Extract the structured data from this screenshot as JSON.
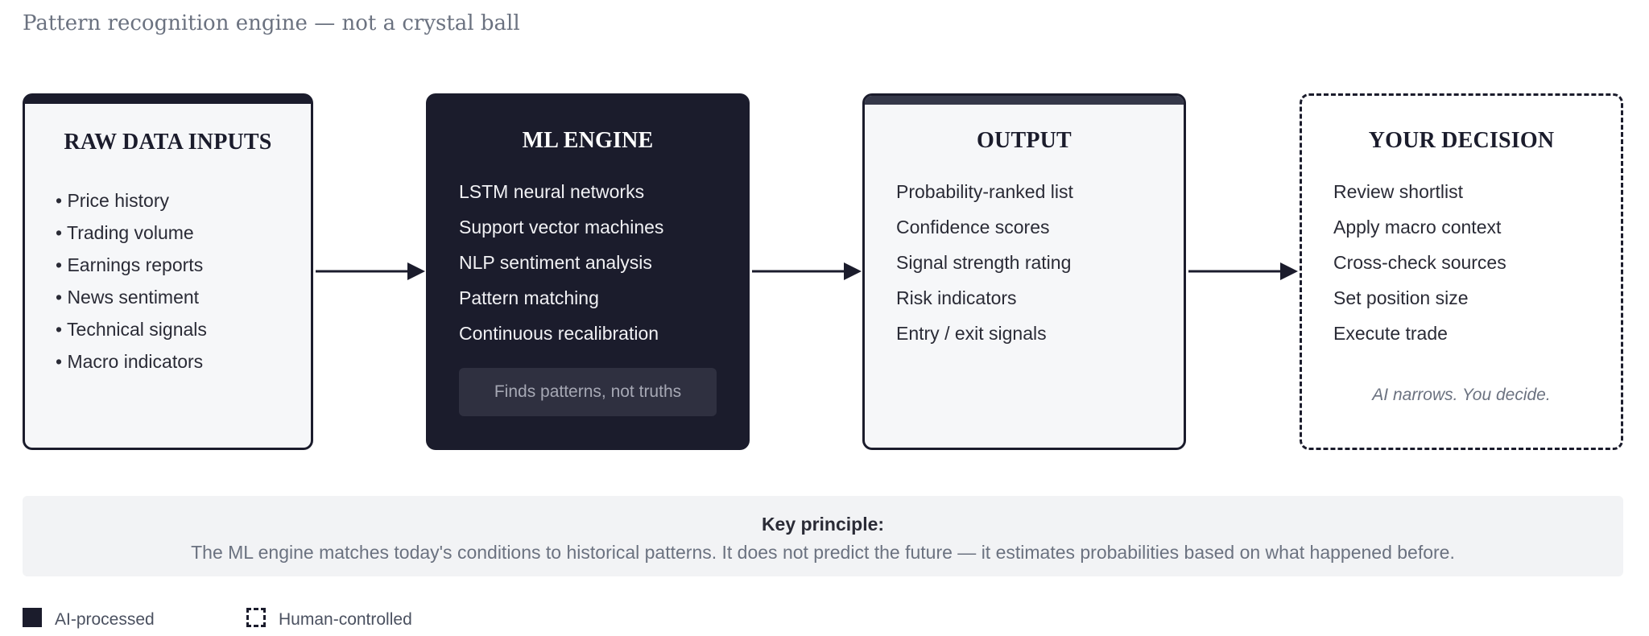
{
  "subtitle": "Pattern recognition engine — not a crystal ball",
  "boxes": {
    "inputs": {
      "title": "RAW DATA INPUTS",
      "items": [
        "• Price history",
        "• Trading volume",
        "• Earnings reports",
        "• News sentiment",
        "• Technical signals",
        "• Macro indicators"
      ]
    },
    "ml": {
      "title": "ML ENGINE",
      "items": [
        "LSTM neural networks",
        "Support vector machines",
        "NLP sentiment analysis",
        "Pattern matching",
        "Continuous recalibration"
      ],
      "note": "Finds patterns, not truths"
    },
    "output": {
      "title": "OUTPUT",
      "items": [
        "Probability-ranked list",
        "Confidence scores",
        "Signal strength rating",
        "Risk indicators",
        "Entry / exit signals"
      ]
    },
    "decision": {
      "title": "YOUR DECISION",
      "items": [
        "Review shortlist",
        "Apply macro context",
        "Cross-check sources",
        "Set position size",
        "Execute trade"
      ],
      "note": "AI narrows. You decide."
    }
  },
  "principle": {
    "title": "Key principle:",
    "text": "The ML engine matches today's conditions to historical patterns. It does not predict the future — it estimates probabilities based on what happened before."
  },
  "legend": {
    "ai": "AI-processed",
    "human": "Human-controlled"
  },
  "colors": {
    "dark": "#1b1c2c",
    "light_bg": "#f6f7f9",
    "muted_text": "#6b7280"
  }
}
